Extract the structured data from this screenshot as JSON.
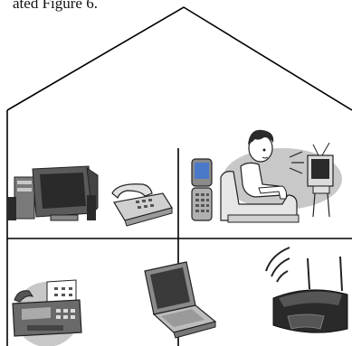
{
  "caption_fragment": "ated Figure 6.",
  "colors": {
    "outline": "#000000",
    "device_dark": "#2a2a2a",
    "device_mid": "#7a7a7a",
    "device_light": "#c8c8c8",
    "screen_blue": "#4a78c8",
    "background": "#ffffff"
  },
  "rooms": [
    {
      "name": "upper-left",
      "devices": [
        "desktop-computer",
        "desk-telephone"
      ]
    },
    {
      "name": "upper-right",
      "devices": [
        "mobile-phone",
        "person-watching-tv"
      ]
    },
    {
      "name": "lower-left",
      "devices": [
        "fax-machine"
      ]
    },
    {
      "name": "lower-middle",
      "devices": [
        "laptop"
      ]
    },
    {
      "name": "lower-right",
      "devices": [
        "wireless-router"
      ]
    }
  ]
}
